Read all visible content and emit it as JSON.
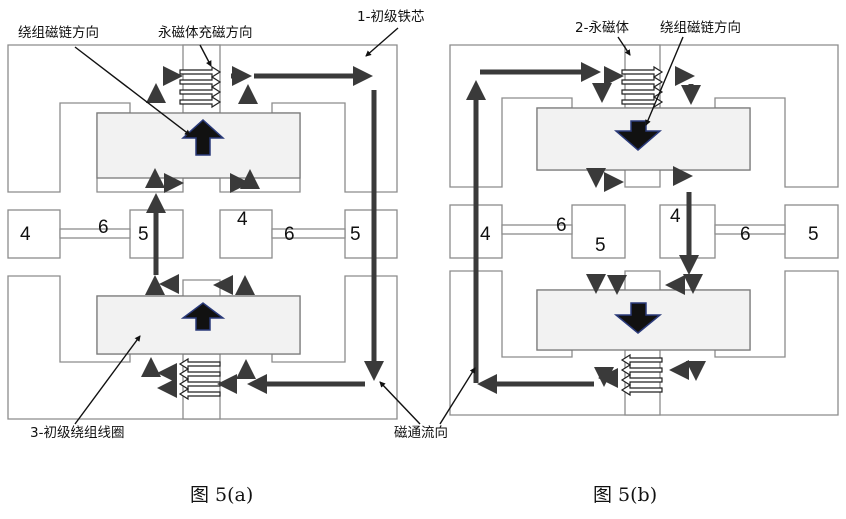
{
  "labels": {
    "winding_flux_dir": "绕组磁链方向",
    "pm_magnetize_dir": "永磁体充磁方向",
    "primary_core": "1-初级铁芯",
    "permanent_magnet": "2-永磁体",
    "primary_coil": "3-初级绕组线圈",
    "flux_flow": "磁通流向"
  },
  "numbers_a": [
    "4",
    "6",
    "5",
    "4",
    "6",
    "5"
  ],
  "numbers_b": [
    "4",
    "6",
    "5",
    "4",
    "6",
    "5"
  ],
  "captions": {
    "a": "图 5(a)",
    "b": "图 5(b)"
  }
}
